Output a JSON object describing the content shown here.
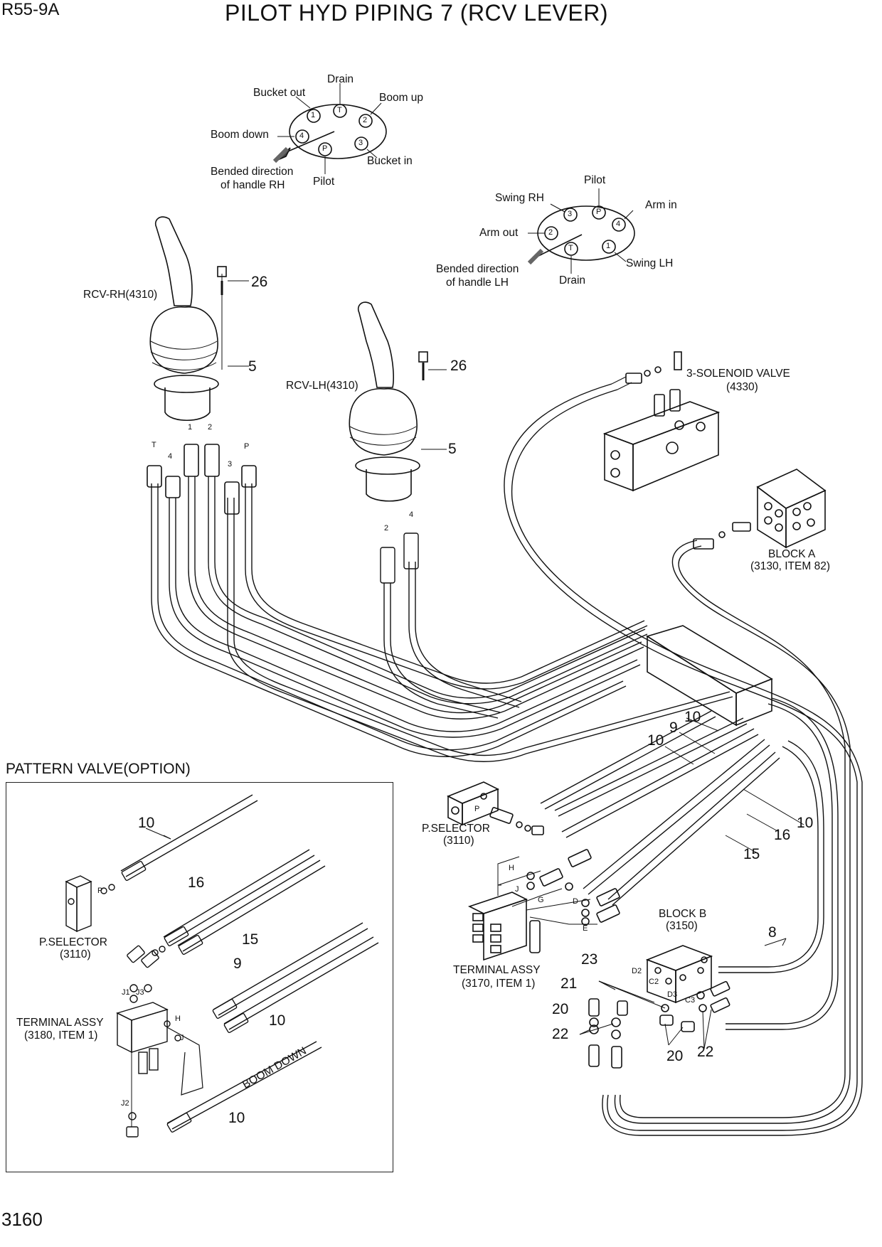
{
  "header": {
    "model": "R55-9A",
    "title": "PILOT HYD PIPING 7 (RCV LEVER)"
  },
  "footer": {
    "page_number": "3160"
  },
  "port_map_rh": {
    "drain": "Drain",
    "bucket_out": "Bucket out",
    "boom_up": "Boom up",
    "boom_down": "Boom down",
    "bucket_in": "Bucket in",
    "pilot": "Pilot",
    "bended_direction_line1": "Bended direction",
    "bended_direction_line2": "of handle RH",
    "ports": [
      "1",
      "T",
      "2",
      "4",
      "P",
      "3"
    ]
  },
  "port_map_lh": {
    "pilot": "Pilot",
    "swing_rh": "Swing RH",
    "arm_in": "Arm in",
    "arm_out": "Arm out",
    "swing_lh": "Swing LH",
    "drain": "Drain",
    "bended_direction_line1": "Bended direction",
    "bended_direction_line2": "of handle LH",
    "ports": [
      "3",
      "P",
      "4",
      "2",
      "T",
      "1"
    ]
  },
  "components": {
    "rcv_rh": "RCV-RH(4310)",
    "rcv_lh": "RCV-LH(4310)",
    "solenoid_line1": "3-SOLENOID VALVE",
    "solenoid_line2": "(4330)",
    "block_a_line1": "BLOCK A",
    "block_a_line2": "(3130, ITEM 82)",
    "p_selector_line1": "P.SELECTOR",
    "p_selector_line2": "(3110)",
    "terminal_assy_line1": "TERMINAL ASSY",
    "terminal_assy_line2": "(3170, ITEM 1)",
    "block_b_line1": "BLOCK B",
    "block_b_line2": "(3150)"
  },
  "rh_hose_ports": [
    "T",
    "4",
    "1",
    "2",
    "3",
    "P"
  ],
  "lh_hose_ports": [
    "2",
    "4"
  ],
  "terminal_ports": [
    "H",
    "J",
    "G",
    "D",
    "E",
    "P"
  ],
  "block_b_ports": [
    "D2",
    "C2",
    "D3",
    "C3"
  ],
  "item_numbers": {
    "rh_bolt": "26",
    "rh_boot": "5",
    "lh_bolt": "26",
    "lh_boot": "5",
    "hose_10a": "10",
    "hose_9": "9",
    "hose_10b": "10",
    "hose_10c": "10",
    "hose_16": "16",
    "hose_15": "15",
    "hose_8": "8",
    "fit_23": "23",
    "fit_21": "21",
    "fit_20a": "20",
    "fit_22a": "22",
    "fit_20b": "20",
    "fit_22b": "22"
  },
  "pattern_valve": {
    "title": "PATTERN VALVE(OPTION)",
    "p_selector_line1": "P.SELECTOR",
    "p_selector_line2": "(3110)",
    "terminal_assy_line1": "TERMINAL ASSY",
    "terminal_assy_line2": "(3180, ITEM 1)",
    "boom_down": "BOOM DOWN",
    "ports": [
      "P",
      "J1",
      "J3",
      "H",
      "J",
      "J2"
    ],
    "items": {
      "hose_10a": "10",
      "hose_16": "16",
      "hose_15": "15",
      "hose_9": "9",
      "hose_10b": "10",
      "hose_10c": "10"
    }
  }
}
